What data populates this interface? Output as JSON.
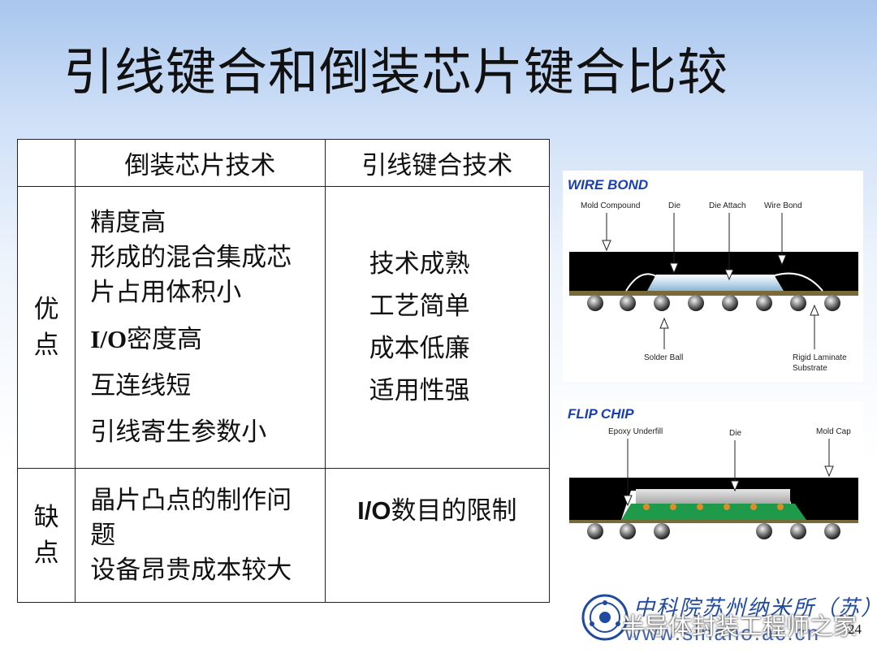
{
  "slide": {
    "title": "引线键合和倒装芯片键合比较",
    "page_number": "24"
  },
  "table": {
    "headers": [
      "",
      "倒装芯片技术",
      "引线键合技术"
    ],
    "advantages": {
      "label_line1": "优",
      "label_line2": "点",
      "flip_lines": [
        "精度高",
        "形成的混合集成芯",
        "片占用体积小"
      ],
      "flip_io_prefix": "I/O",
      "flip_io_suffix": "密度高",
      "flip_interconnect": "互连线短",
      "flip_parasitic": "引线寄生参数小",
      "wire_lines": [
        "技术成熟",
        "工艺简单",
        "成本低廉",
        "适用性强"
      ]
    },
    "disadvantages": {
      "label_line1": "缺",
      "label_line2": "点",
      "flip_lines": [
        "晶片凸点的制作问",
        "题",
        "设备昂贵成本较大"
      ],
      "wire_io_prefix": "I/O",
      "wire_io_suffix": "数目的限制"
    }
  },
  "diagram_wire": {
    "title": "WIRE BOND",
    "labels": {
      "mold_compound": "Mold Compound",
      "die": "Die",
      "die_attach": "Die Attach",
      "wire_bond": "Wire Bond",
      "solder_ball": "Solder Ball",
      "rigid_line1": "Rigid Laminate",
      "rigid_line2": "Substrate"
    }
  },
  "diagram_flip": {
    "title": "FLIP CHIP",
    "labels": {
      "epoxy_underfill": "Epoxy Underfill",
      "die": "Die",
      "mold_cap": "Mold Cap"
    }
  },
  "branding": {
    "org_cn": "中科院苏州纳米所（苏）",
    "url": "www.sinano.ac.cn",
    "watermark": "半导体封装工程师之家"
  },
  "colors": {
    "diagram_title": "#1a3fb5",
    "brand_blue": "#1f4aa0",
    "substrate_green": "#1f9a4a",
    "die_gray": "#c8c8c8"
  }
}
